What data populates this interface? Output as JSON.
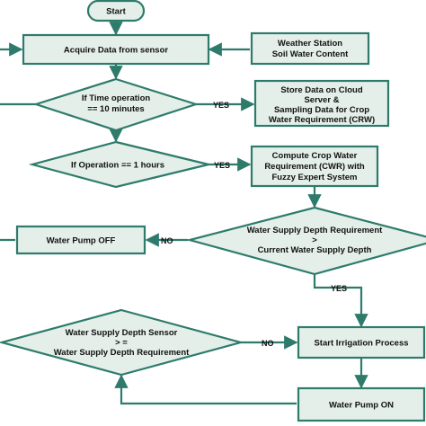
{
  "diagram": {
    "nodes": {
      "start": "Start",
      "acquire": "Acquire Data from sensor",
      "weather": [
        "Weather Station",
        "Soil Water Content"
      ],
      "time_check": [
        "If Time operation",
        "== 10 minutes"
      ],
      "store": [
        "Store Data on Cloud",
        "Server &",
        "Sampling Data for Crop",
        "Water Requirement (CRW)"
      ],
      "op_check": "If Operation  == 1 hours",
      "compute": [
        "Compute Crop Water",
        "Requirement (CWR) with",
        "Fuzzy Expert System"
      ],
      "pump_off": "Water Pump OFF",
      "depth_check": [
        "Water Supply Depth Requirement",
        ">",
        "Current Water Supply Depth"
      ],
      "sensor_check": [
        "Water Supply Depth Sensor",
        "> =",
        "Water Supply Depth Requirement"
      ],
      "irrigate": "Start Irrigation Process",
      "pump_on": "Water Pump ON"
    },
    "edge_labels": {
      "yes_1": "YES",
      "yes_2": "YES",
      "no_1": "NO",
      "yes_3": "YES",
      "no_2": "NO"
    },
    "colors": {
      "stroke": "#2e7b6c",
      "fill": "#e4efe9",
      "text": "#111111"
    }
  }
}
